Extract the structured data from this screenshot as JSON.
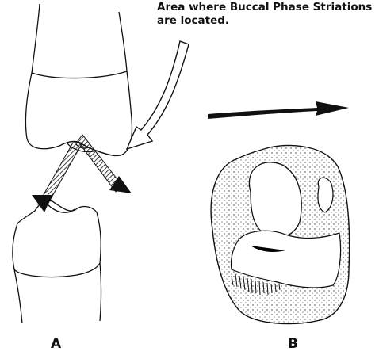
{
  "annotation": {
    "line1": "Area where Buccal Phase Striations",
    "line2": "are located."
  },
  "labels": {
    "a": "A",
    "b": "B"
  },
  "colors": {
    "ink": "#111111",
    "paper": "#ffffff"
  }
}
